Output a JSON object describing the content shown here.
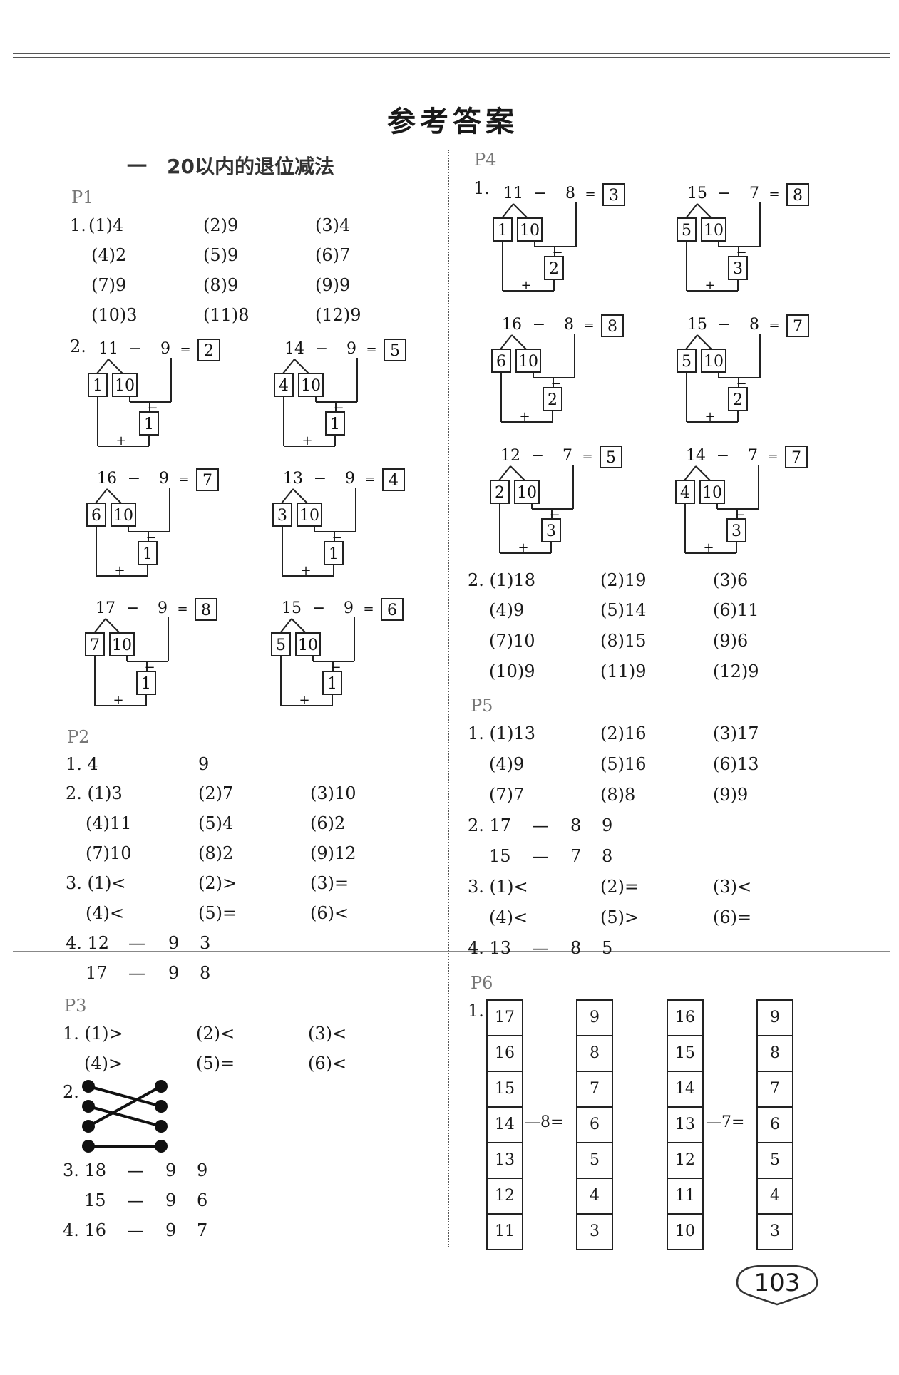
{
  "page": {
    "title": "参考答案",
    "section": "一　20以内的退位减法",
    "page_number": "103"
  },
  "p1": {
    "label": "P1",
    "q1_no": "1.",
    "q1": [
      "(1)4",
      "(2)9",
      "(3)4",
      "(4)2",
      "(5)9",
      "(6)7",
      "(7)9",
      "(8)9",
      "(9)9",
      "(10)3",
      "(11)8",
      "(12)9"
    ],
    "q2_no": "2."
  },
  "p2": {
    "label": "P2",
    "q1": [
      "1. 4",
      "9"
    ],
    "q2": [
      "2. (1)3",
      "(2)7",
      "(3)10",
      "(4)11",
      "(5)4",
      "(6)2",
      "(7)10",
      "(8)2",
      "(9)12"
    ],
    "q3": [
      "3. (1)<",
      "(2)>",
      "(3)=",
      "(4)<",
      "(5)=",
      "(6)<"
    ],
    "q4": [
      "4. 12",
      "—",
      "9",
      "3",
      "17",
      "—",
      "9",
      "8"
    ]
  },
  "p3": {
    "label": "P3",
    "q1": [
      "1. (1)>",
      "(2)<",
      "(3)<",
      "(4)>",
      "(5)=",
      "(6)<"
    ],
    "q2_no": "2.",
    "q3": [
      "3. 18",
      "—",
      "9",
      "9",
      "15",
      "—",
      "9",
      "6"
    ],
    "q4": [
      "4. 16",
      "—",
      "9",
      "7"
    ]
  },
  "p4": {
    "label": "P4",
    "q1_no": "1.",
    "q2": [
      "2. (1)18",
      "(2)19",
      "(3)6",
      "(4)9",
      "(5)14",
      "(6)11",
      "(7)10",
      "(8)15",
      "(9)6",
      "(10)9",
      "(11)9",
      "(12)9"
    ]
  },
  "p5": {
    "label": "P5",
    "q1": [
      "1. (1)13",
      "(2)16",
      "(3)17",
      "(4)9",
      "(5)16",
      "(6)13",
      "(7)7",
      "(8)8",
      "(9)9"
    ],
    "q2": [
      "2. 17",
      "—",
      "8",
      "9",
      "15",
      "—",
      "7",
      "8"
    ],
    "q3": [
      "3. (1)<",
      "(2)=",
      "(3)<",
      "(4)<",
      "(5)>",
      "(6)="
    ],
    "q4": [
      "4. 13",
      "—",
      "8",
      "5"
    ]
  },
  "p6": {
    "label": "P6",
    "q1_no": "1.",
    "ladders": [
      [
        "17",
        "16",
        "15",
        "14",
        "13",
        "12",
        "11"
      ],
      [
        "9",
        "8",
        "7",
        "6",
        "5",
        "4",
        "3"
      ],
      [
        "16",
        "15",
        "14",
        "13",
        "12",
        "11",
        "10"
      ],
      [
        "9",
        "8",
        "7",
        "6",
        "5",
        "4",
        "3"
      ]
    ],
    "op1": "—8=",
    "op2": "—7="
  },
  "diagrams": {
    "p1": [
      {
        "a": "11",
        "b": "9",
        "ans": "2",
        "l": "1",
        "r": "10",
        "d": "1"
      },
      {
        "a": "14",
        "b": "9",
        "ans": "5",
        "l": "4",
        "r": "10",
        "d": "1"
      },
      {
        "a": "16",
        "b": "9",
        "ans": "7",
        "l": "6",
        "r": "10",
        "d": "1"
      },
      {
        "a": "13",
        "b": "9",
        "ans": "4",
        "l": "3",
        "r": "10",
        "d": "1"
      },
      {
        "a": "17",
        "b": "9",
        "ans": "8",
        "l": "7",
        "r": "10",
        "d": "1"
      },
      {
        "a": "15",
        "b": "9",
        "ans": "6",
        "l": "5",
        "r": "10",
        "d": "1"
      }
    ],
    "p4": [
      {
        "a": "11",
        "b": "8",
        "ans": "3",
        "l": "1",
        "r": "10",
        "d": "2"
      },
      {
        "a": "15",
        "b": "7",
        "ans": "8",
        "l": "5",
        "r": "10",
        "d": "3"
      },
      {
        "a": "16",
        "b": "8",
        "ans": "8",
        "l": "6",
        "r": "10",
        "d": "2"
      },
      {
        "a": "15",
        "b": "8",
        "ans": "7",
        "l": "5",
        "r": "10",
        "d": "2"
      },
      {
        "a": "12",
        "b": "7",
        "ans": "5",
        "l": "2",
        "r": "10",
        "d": "3"
      },
      {
        "a": "14",
        "b": "7",
        "ans": "7",
        "l": "4",
        "r": "10",
        "d": "3"
      }
    ],
    "minus": "−",
    "eq": "=",
    "plus": "+"
  }
}
